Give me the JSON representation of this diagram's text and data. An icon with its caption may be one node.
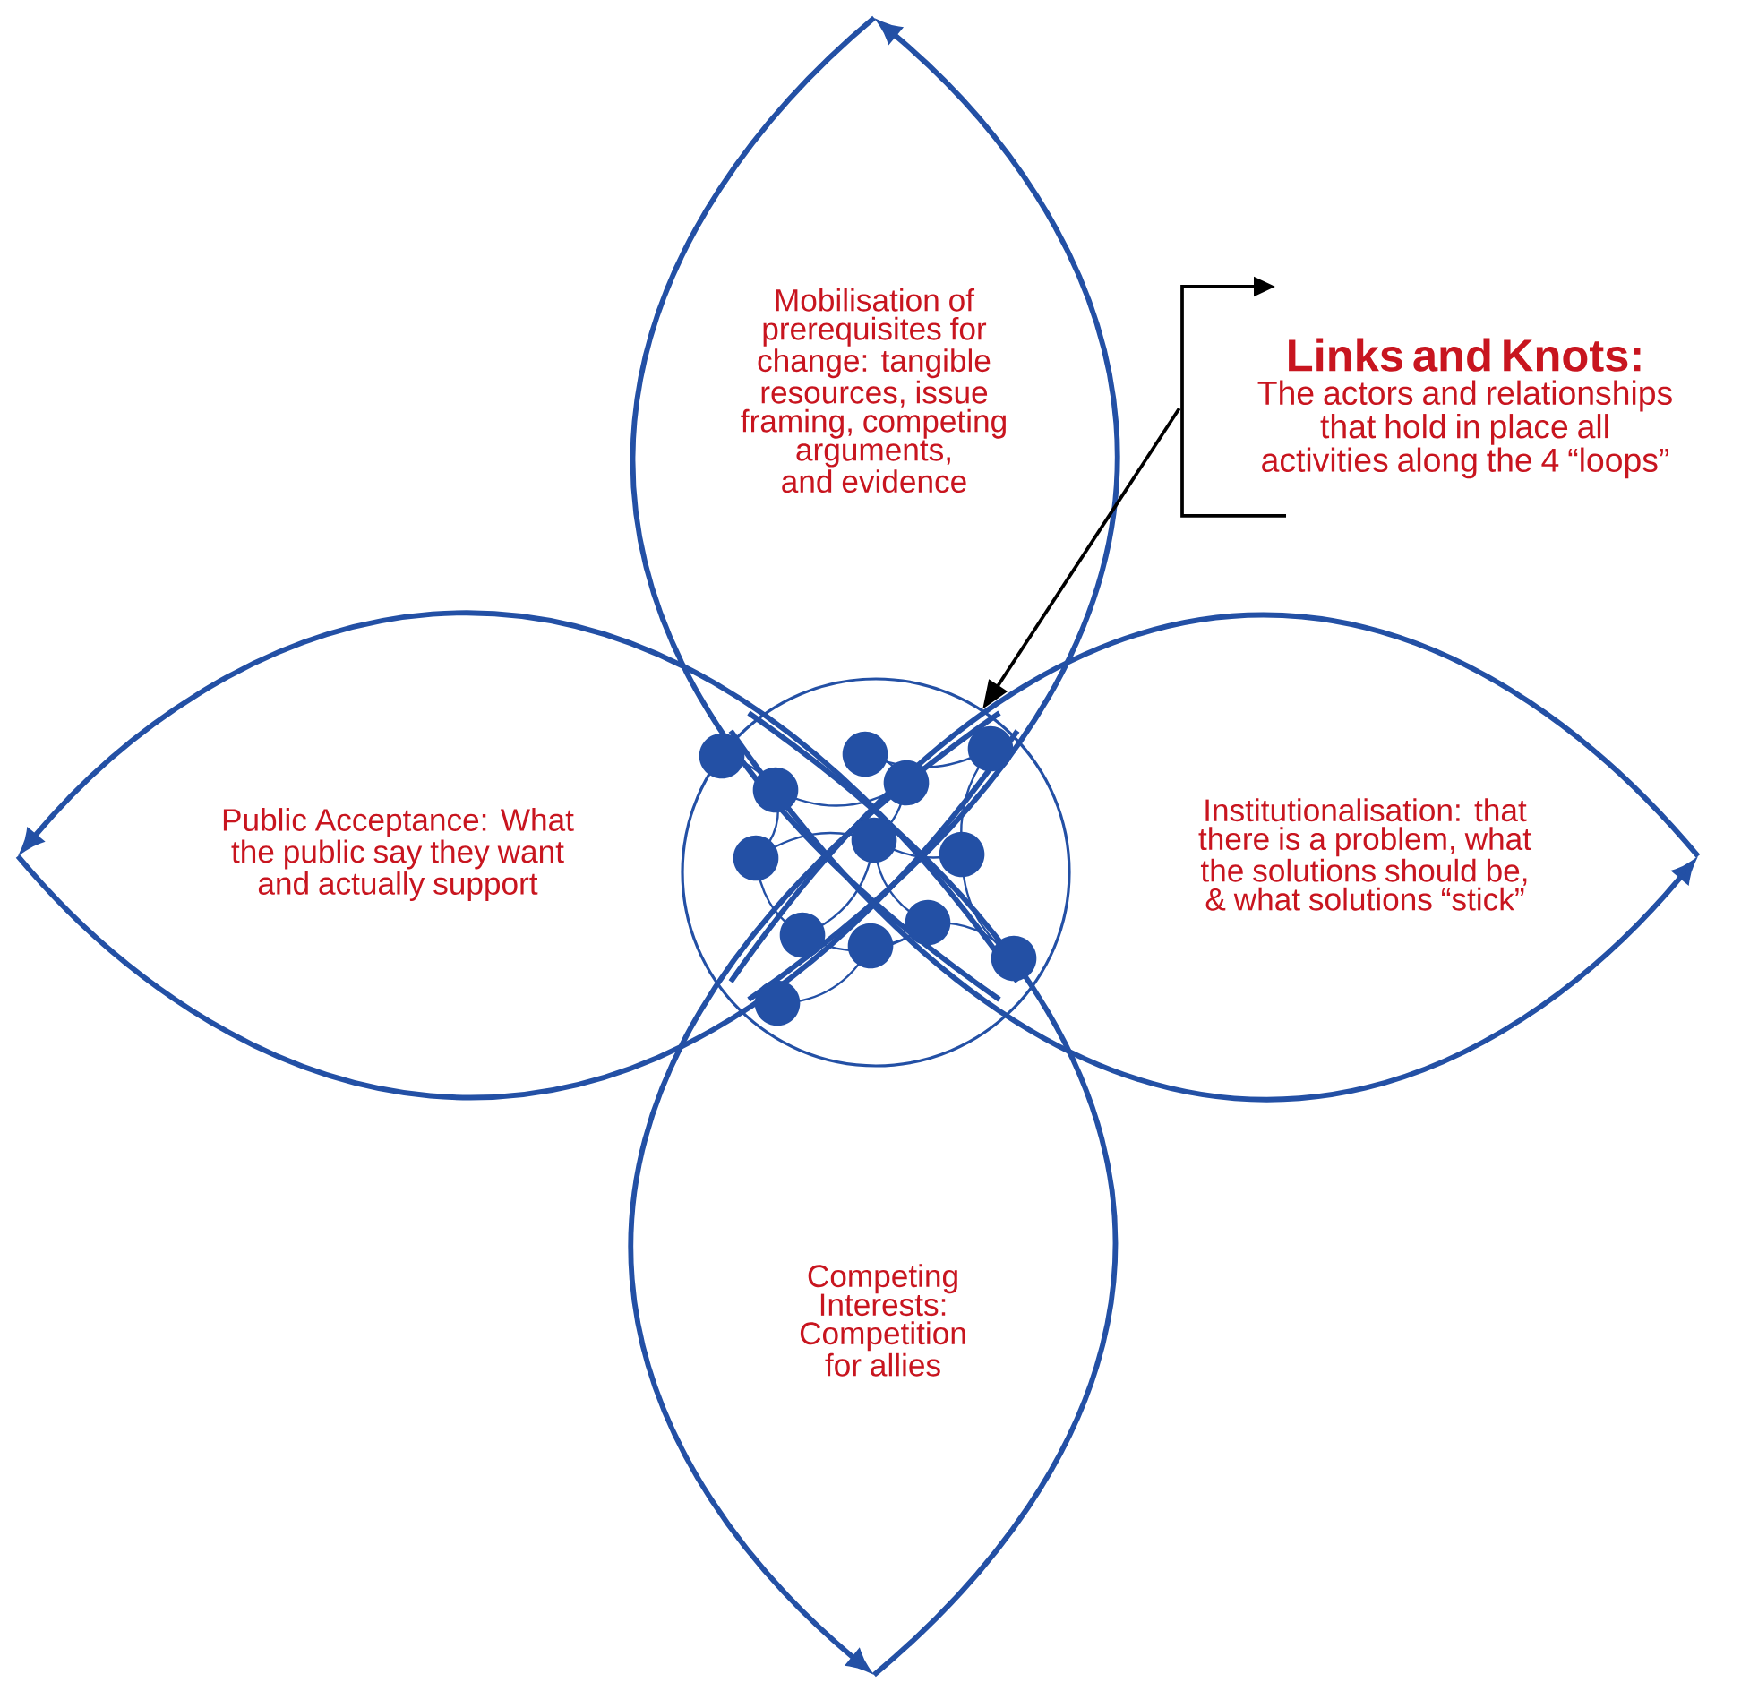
{
  "diagram": {
    "nodes": [
      {
        "text": [
          "Mobilisation of prerequisites for change: tangible resources, issue framing, competing arguments, and evidence"
        ]
      },
      {
        "text": [
          "Links and Knots:",
          "The actors and relationships that hold in place all activities along the 4 “loops”"
        ]
      },
      {
        "text": [
          "Public Acceptance: What the public say they want and actually support"
        ]
      },
      {
        "text": [
          "Institutionalisation: that there is a problem, what the solutions should be, & what solutions “stick”"
        ]
      },
      {
        "text": [
          "Competing Interests: Competition for allies"
        ]
      },
      {
        "text": [],
        "shape": "circle"
      }
    ],
    "edges": [
      {
        "from": 1,
        "to": 5,
        "arrow": "to"
      }
    ]
  }
}
